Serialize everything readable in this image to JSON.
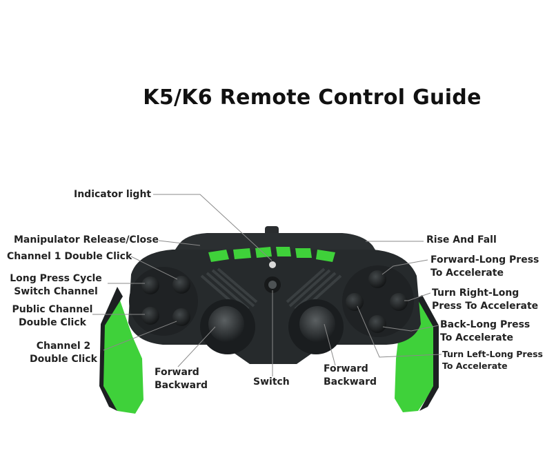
{
  "title": "K5/K6 Remote Control Guide",
  "colors": {
    "accent_green": "#3fd13a",
    "body_dark": "#262a2c",
    "leader_line": "#8a8a8a"
  },
  "labels": {
    "indicator_light": "Indicator light",
    "manipulator": "Manipulator Release/Close",
    "channel1_double": "Channel 1 Double Click",
    "long_press_cycle": [
      "Long Press Cycle",
      "Switch Channel"
    ],
    "public_channel": [
      "Public Channel",
      "Double Click"
    ],
    "channel2_double": [
      "Channel 2",
      "Double Click"
    ],
    "left_stick": [
      "Forward",
      "Backward"
    ],
    "switch": "Switch",
    "right_stick": [
      "Forward",
      "Backward"
    ],
    "rise_fall": "Rise And Fall",
    "forward_long": [
      "Forward-Long Press",
      "To Accelerate"
    ],
    "turn_right": [
      "Turn Right-Long",
      "Press To Accelerate"
    ],
    "back_long": [
      "Back-Long Press",
      "To Accelerate"
    ],
    "turn_left": [
      "Turn Left-Long Press",
      "To Accelerate"
    ]
  }
}
